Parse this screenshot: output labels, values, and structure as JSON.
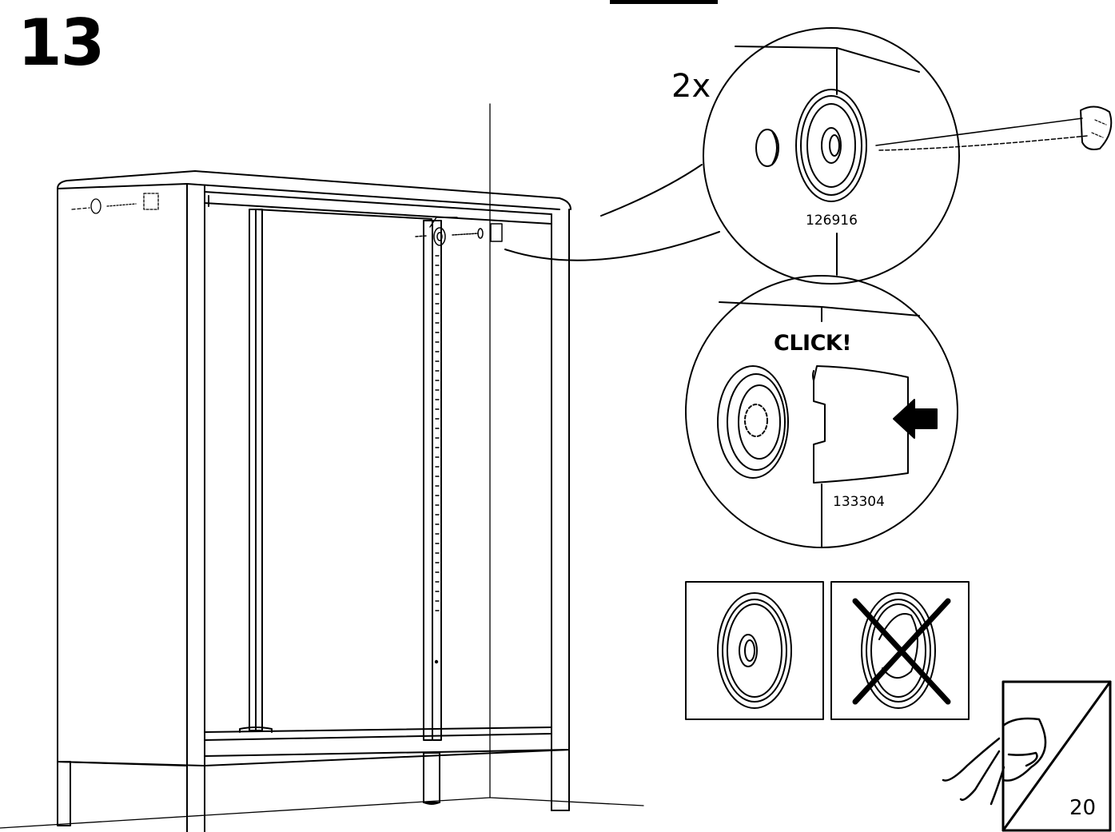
{
  "step": {
    "number": "13"
  },
  "detail": {
    "quantity": "2x",
    "part_screw_cover": "126916",
    "part_cap": "133304",
    "click_text": "CLICK!"
  },
  "comparison": {
    "correct_icon": "correct-orientation-icon",
    "incorrect_icon": "incorrect-cross-icon"
  },
  "page": {
    "number": "20",
    "icon": "page-turn-icon"
  }
}
